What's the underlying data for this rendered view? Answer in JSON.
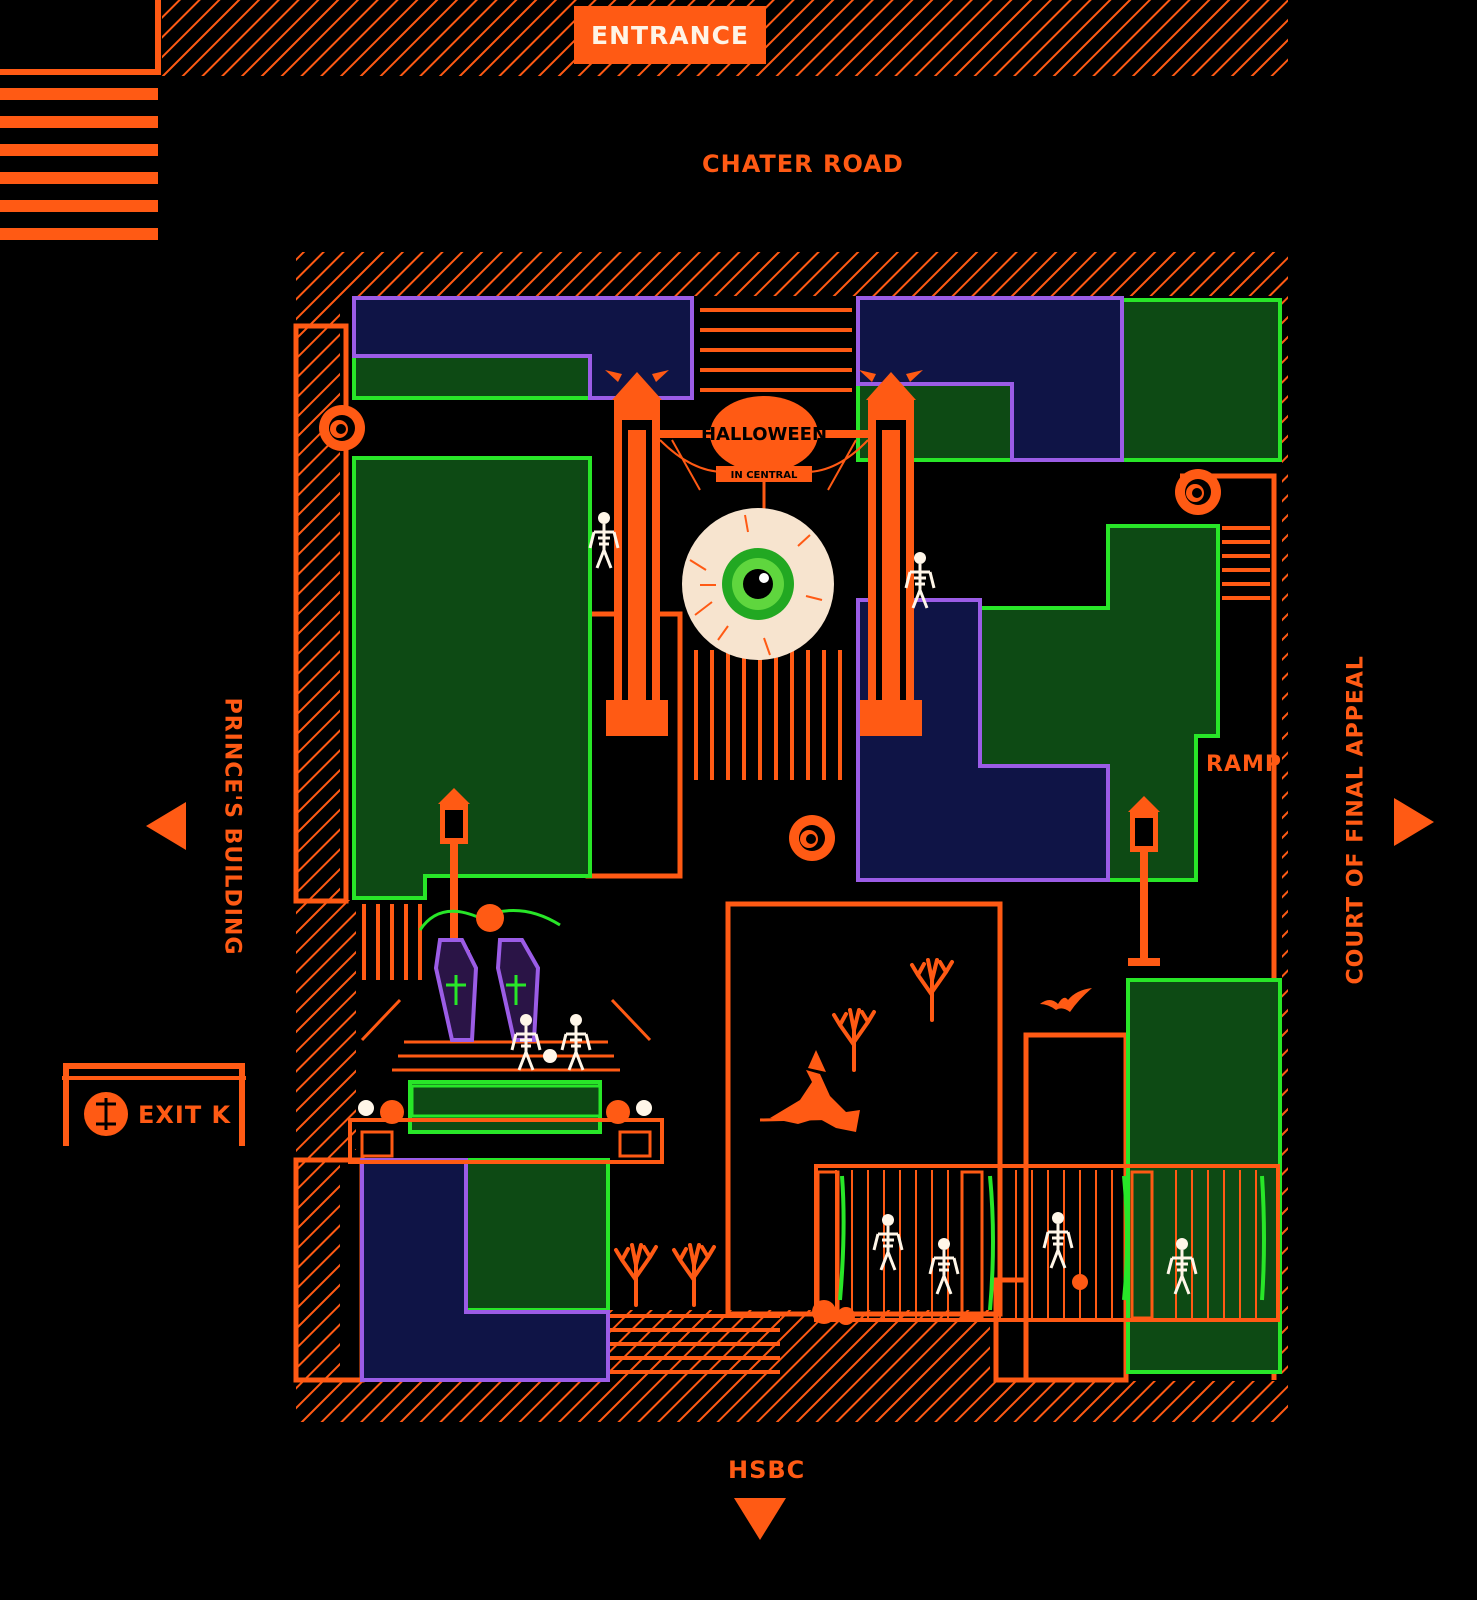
{
  "labels": {
    "entrance": "ENTRANCE",
    "chater_road": "CHATER ROAD",
    "princes_building": "PRINCE'S BUILDING",
    "court_of_final_appeal": "COURT OF FINAL APPEAL",
    "ramp": "RAMP",
    "hsbc": "HSBC",
    "exit": "EXIT K"
  },
  "logo_text": {
    "title": "HALLOWEEN",
    "subtitle": "IN CENTRAL"
  },
  "colors": {
    "background": "#000000",
    "accent": "#ff5a14",
    "green_zone": "#0d4a14",
    "green_border": "#28e628",
    "blue_zone": "#0f1446",
    "purple_border": "#9b5ce6",
    "eye_white": "#f7e4cf",
    "eye_iris": "#22a822"
  },
  "icons": [
    "eye-marker-icon",
    "lamp-post-icon",
    "bat-icon",
    "witch-icon",
    "tree-icon",
    "skeleton-icon",
    "coffin-icon",
    "pumpkin-icon",
    "mtr-icon",
    "arrow-left-icon",
    "arrow-right-icon",
    "arrow-down-icon"
  ]
}
